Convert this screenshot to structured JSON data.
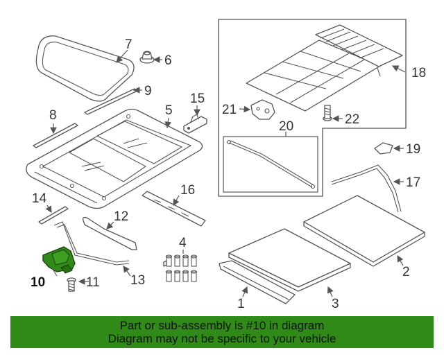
{
  "diagram": {
    "callouts": [
      {
        "id": "1",
        "label": "1"
      },
      {
        "id": "2",
        "label": "2"
      },
      {
        "id": "3",
        "label": "3"
      },
      {
        "id": "4",
        "label": "4"
      },
      {
        "id": "5",
        "label": "5"
      },
      {
        "id": "6",
        "label": "6"
      },
      {
        "id": "7",
        "label": "7"
      },
      {
        "id": "8",
        "label": "8"
      },
      {
        "id": "9",
        "label": "9"
      },
      {
        "id": "10",
        "label": "10"
      },
      {
        "id": "11",
        "label": "11"
      },
      {
        "id": "12",
        "label": "12"
      },
      {
        "id": "13",
        "label": "13"
      },
      {
        "id": "14",
        "label": "14"
      },
      {
        "id": "15",
        "label": "15"
      },
      {
        "id": "16",
        "label": "16"
      },
      {
        "id": "17",
        "label": "17"
      },
      {
        "id": "18",
        "label": "18"
      },
      {
        "id": "19",
        "label": "19"
      },
      {
        "id": "20",
        "label": "20"
      },
      {
        "id": "21",
        "label": "21"
      },
      {
        "id": "22",
        "label": "22"
      }
    ],
    "highlight_part": "10",
    "highlight_color": "#2f8a17"
  },
  "footer": {
    "line1": "Part or sub-assembly is #10 in diagram",
    "line2": "Diagram may not be specific to your vehicle",
    "background": "#2f8a17"
  }
}
